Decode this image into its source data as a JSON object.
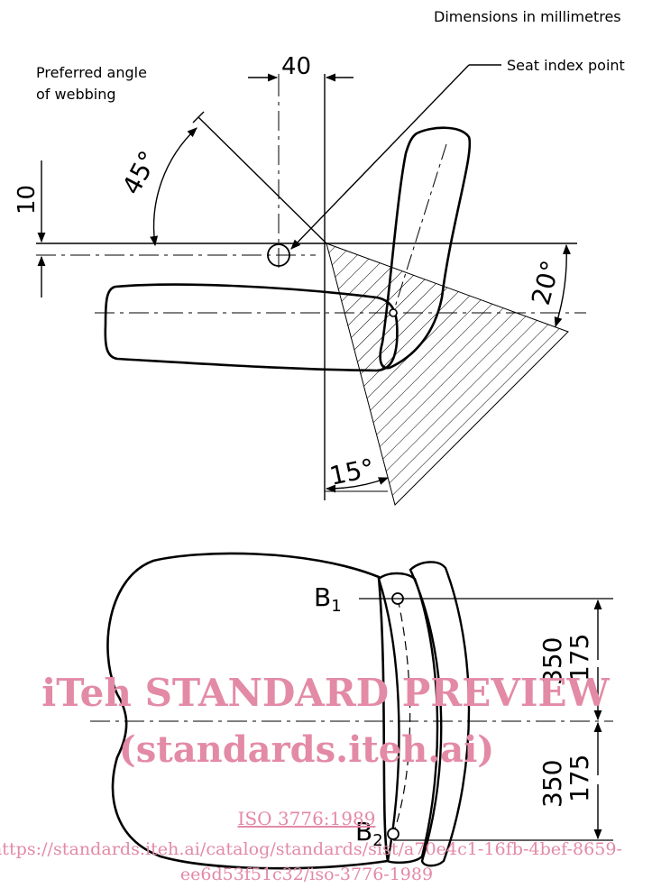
{
  "header": {
    "units_note": "Dimensions in millimetres"
  },
  "side_view": {
    "preferred_angle_label_line1": "Preferred angle",
    "preferred_angle_label_line2": "of webbing",
    "seat_index_point_label": "Seat index point",
    "dim_horizontal_offset": "40",
    "dim_vertical_offset": "10",
    "angle_webbing": "45°",
    "angle_upper": "20°",
    "angle_lower": "15°"
  },
  "top_view": {
    "point_b1_main": "B",
    "point_b1_sub": "1",
    "point_b2_main": "B",
    "point_b2_sub": "2",
    "dim_upper_outer": "350",
    "dim_upper_inner": "175",
    "dim_lower_outer": "350",
    "dim_lower_inner": "175"
  },
  "watermark": {
    "title": "iTeh STANDARD PREVIEW",
    "subtitle": "(standards.iteh.ai)",
    "doc_id": "ISO 3776:1989",
    "url_line1": "https://standards.iteh.ai/catalog/standards/sist/a70e4c1-16fb-4bef-8659-",
    "url_line2": "ee6d53f51c32/iso-3776-1989"
  }
}
